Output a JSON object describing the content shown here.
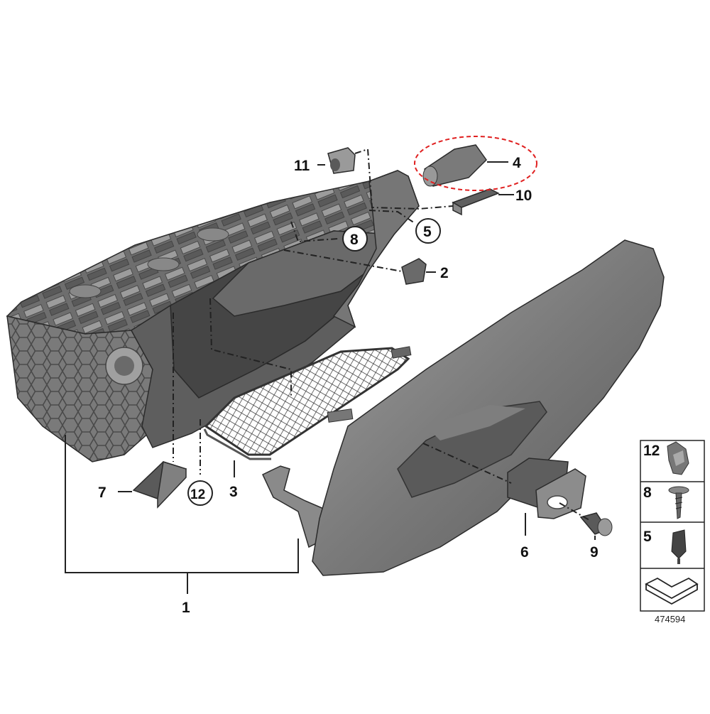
{
  "diagram": {
    "reference_number": "474594",
    "callouts": {
      "c1": "1",
      "c2": "2",
      "c3": "3",
      "c4": "4",
      "c5": "5",
      "c6": "6",
      "c7": "7",
      "c8": "8",
      "c9": "9",
      "c10": "10",
      "c11": "11",
      "c12": "12"
    },
    "legend": {
      "row_12": "12",
      "row_8": "8",
      "row_5": "5"
    },
    "colors": {
      "part_dark": "#5a5a5a",
      "part_mid": "#7a7a7a",
      "part_light": "#9a9a9a",
      "highlight": "#e02020"
    },
    "icons": [
      "glovebox-housing",
      "glovebox-lid",
      "storage-net",
      "hinge-arm",
      "latch-lock",
      "lock-cylinder",
      "lamp",
      "switch",
      "clip",
      "screw",
      "rubber-buffer",
      "mounting-direction-arrow"
    ]
  }
}
